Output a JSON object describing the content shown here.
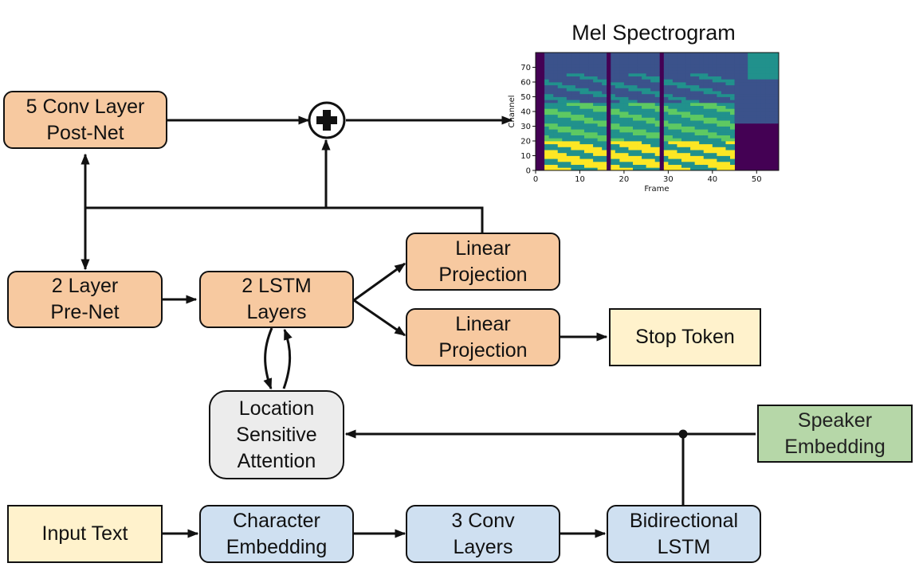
{
  "boxes": {
    "postnet": "5 Conv Layer\nPost-Net",
    "prenet": "2 Layer\nPre-Net",
    "lstm": "2 LSTM\nLayers",
    "linear_proj_top": "Linear\nProjection",
    "linear_proj_bottom": "Linear\nProjection",
    "stop_token": "Stop Token",
    "attention": "Location\nSensitive\nAttention",
    "speaker_embedding": "Speaker\nEmbedding",
    "input_text": "Input Text",
    "char_embedding": "Character\nEmbedding",
    "conv_layers": "3 Conv\nLayers",
    "bilstm": "Bidirectional\nLSTM"
  },
  "spectrogram": {
    "title": "Mel Spectrogram",
    "xlabel": "Frame",
    "ylabel": "Channel",
    "x_ticks": [
      "0",
      "10",
      "20",
      "30",
      "40",
      "50"
    ],
    "y_ticks": [
      "0",
      "10",
      "20",
      "30",
      "40",
      "50",
      "60",
      "70"
    ]
  },
  "colors": {
    "orange": "#f7c9a0",
    "blue": "#cfe0f1",
    "cream": "#fff2cc",
    "green": "#b6d7a8",
    "gray": "#ececec"
  }
}
